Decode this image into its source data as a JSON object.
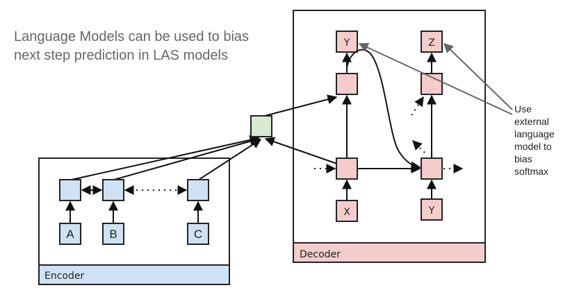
{
  "caption": "Language Models can be used to bias next step prediction in LAS models",
  "annotation": [
    "Use",
    "external",
    "language",
    "model to",
    "bias",
    "softmax"
  ],
  "encoder": {
    "label": "Encoder",
    "inputs": [
      "A",
      "B",
      "C"
    ],
    "color": "#cfe2f3"
  },
  "decoder": {
    "label": "Decoder",
    "inputs": [
      "X",
      "Y"
    ],
    "outputs": [
      "Y",
      "Z"
    ],
    "color": "#f4cccc"
  },
  "attention": {
    "color": "#d9ead3"
  }
}
